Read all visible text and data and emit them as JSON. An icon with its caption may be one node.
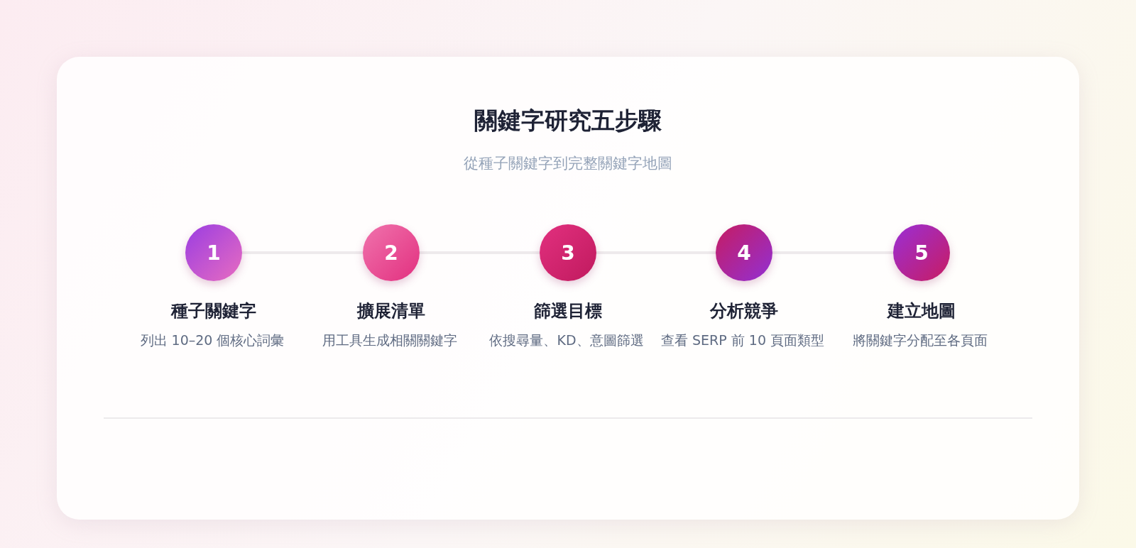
{
  "diagram": {
    "title": "關鍵字研究五步驟",
    "nodes": [
      {
        "text": [
          "1"
        ],
        "beside": [
          "種子關鍵字",
          "列出 10–20 個核心詞彙"
        ]
      },
      {
        "text": [
          "2"
        ],
        "beside": [
          "擴展清單",
          "用工具生成相關關鍵字"
        ]
      },
      {
        "text": [
          "3"
        ],
        "beside": [
          "篩選目標",
          "依搜尋量、KD、意圖篩選"
        ]
      },
      {
        "text": [
          "4"
        ],
        "beside": [
          "分析競爭",
          "查看 SERP 前 10 頁面類型"
        ]
      },
      {
        "text": [
          "5"
        ],
        "beside": [
          "建立地圖",
          "將關鍵字分配至各頁面"
        ]
      }
    ],
    "edges": [
      {
        "from": 0,
        "to": 1,
        "arrow": "none"
      },
      {
        "from": 1,
        "to": 2,
        "arrow": "none"
      },
      {
        "from": 2,
        "to": 3,
        "arrow": "none"
      },
      {
        "from": 3,
        "to": 4,
        "arrow": "none"
      }
    ],
    "labels": [
      "從種子關鍵字到完整關鍵字地圖"
    ]
  }
}
